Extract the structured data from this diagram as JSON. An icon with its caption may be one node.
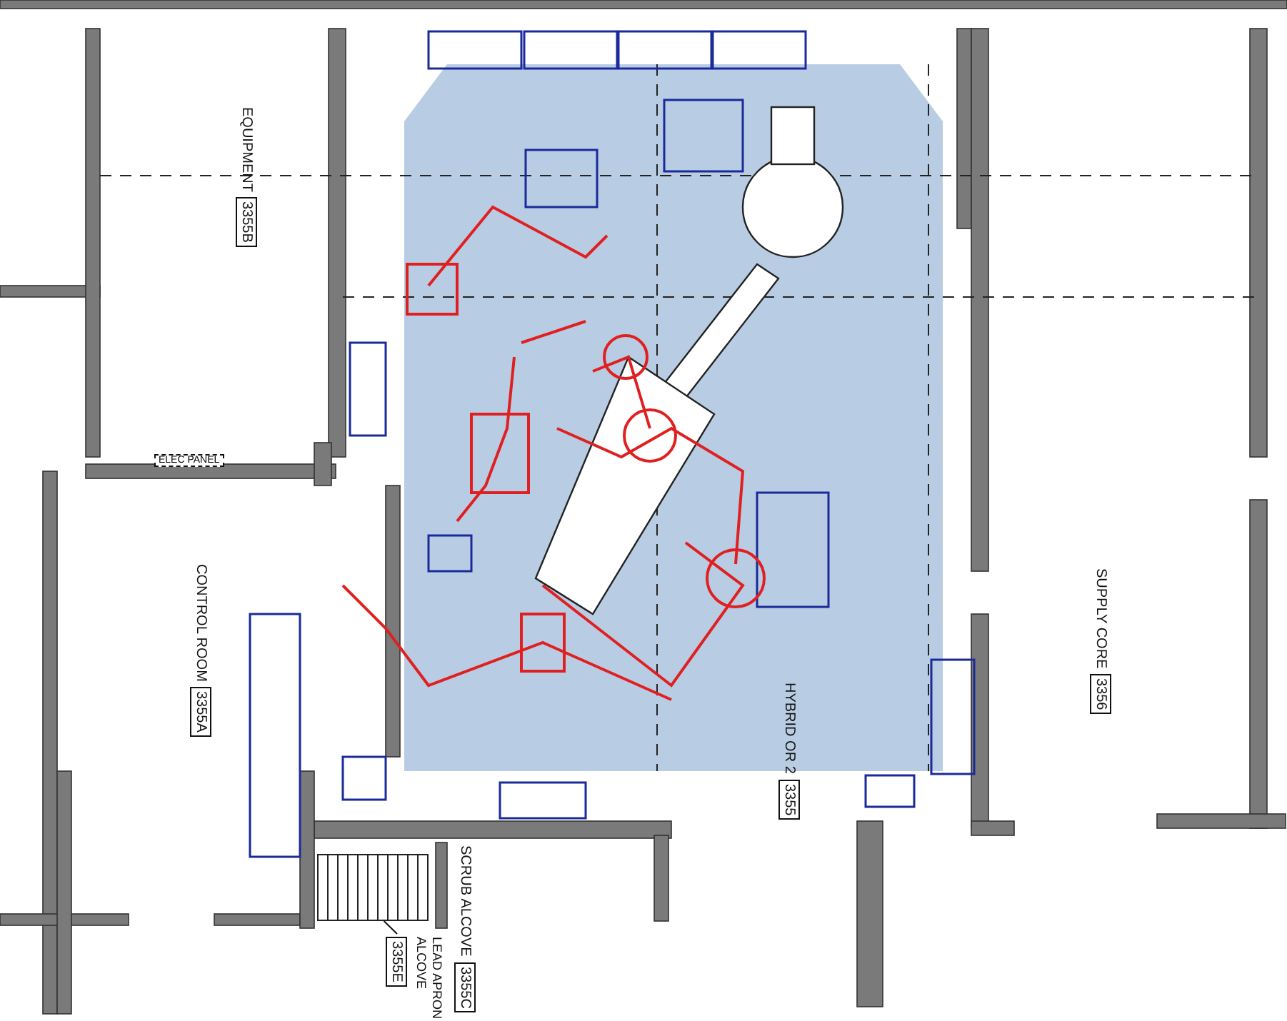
{
  "diagram": {
    "nodes": [
      {
        "text": [
          "EQUIPMENT",
          "3355B"
        ]
      },
      {
        "text": [
          "CONTROL ROOM",
          "3355A"
        ]
      },
      {
        "text": [
          "HYBRID OR 2",
          "3355"
        ]
      },
      {
        "text": [
          "SUPPLY CORE",
          "3356"
        ]
      },
      {
        "text": [
          "SCRUB ALCOVE",
          "3355C"
        ]
      },
      {
        "text": [
          "LEAD APRON ALCOVE",
          "3355E"
        ]
      },
      {
        "text": [],
        "shape": "box"
      }
    ],
    "edges": [
      {
        "from": 5,
        "to": 6,
        "arrow": "none"
      }
    ],
    "labels": [
      "ELEC PANEL"
    ]
  }
}
